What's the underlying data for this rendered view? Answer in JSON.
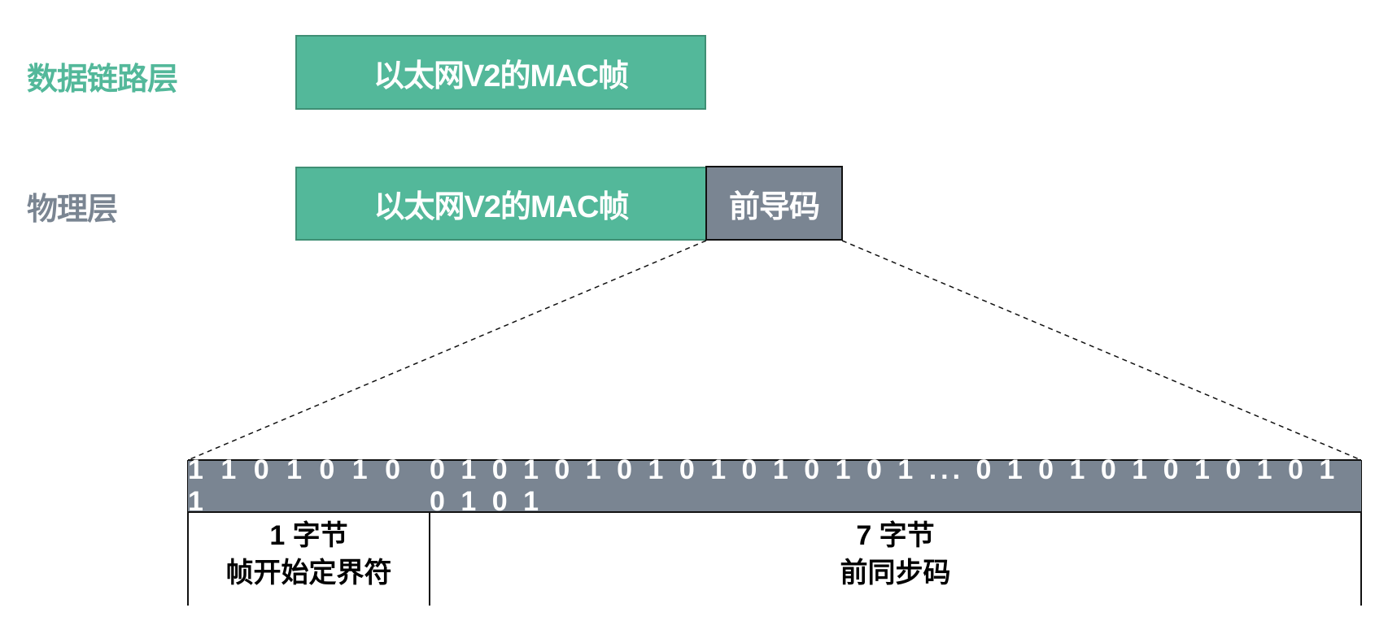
{
  "layers": {
    "data_link": "数据链路层",
    "physical": "物理层"
  },
  "frames": {
    "mac_frame": "以太网V2的MAC帧",
    "preamble": "前导码"
  },
  "preamble_detail": {
    "sfd": {
      "bits": "1 1 0 1 0 1 0 1",
      "size": "1 字节",
      "name": "帧开始定界符"
    },
    "sync": {
      "bits": "0 1 0 1 0 1 0 1 0 1 0 1 0 1 0 1 ... 0 1 0 1 0 1 0 1 0 1 0 1 0 1 0 1",
      "size": "7 字节",
      "name": "前同步码"
    }
  },
  "colors": {
    "green": "#53b89a",
    "gray": "#7a8592"
  }
}
